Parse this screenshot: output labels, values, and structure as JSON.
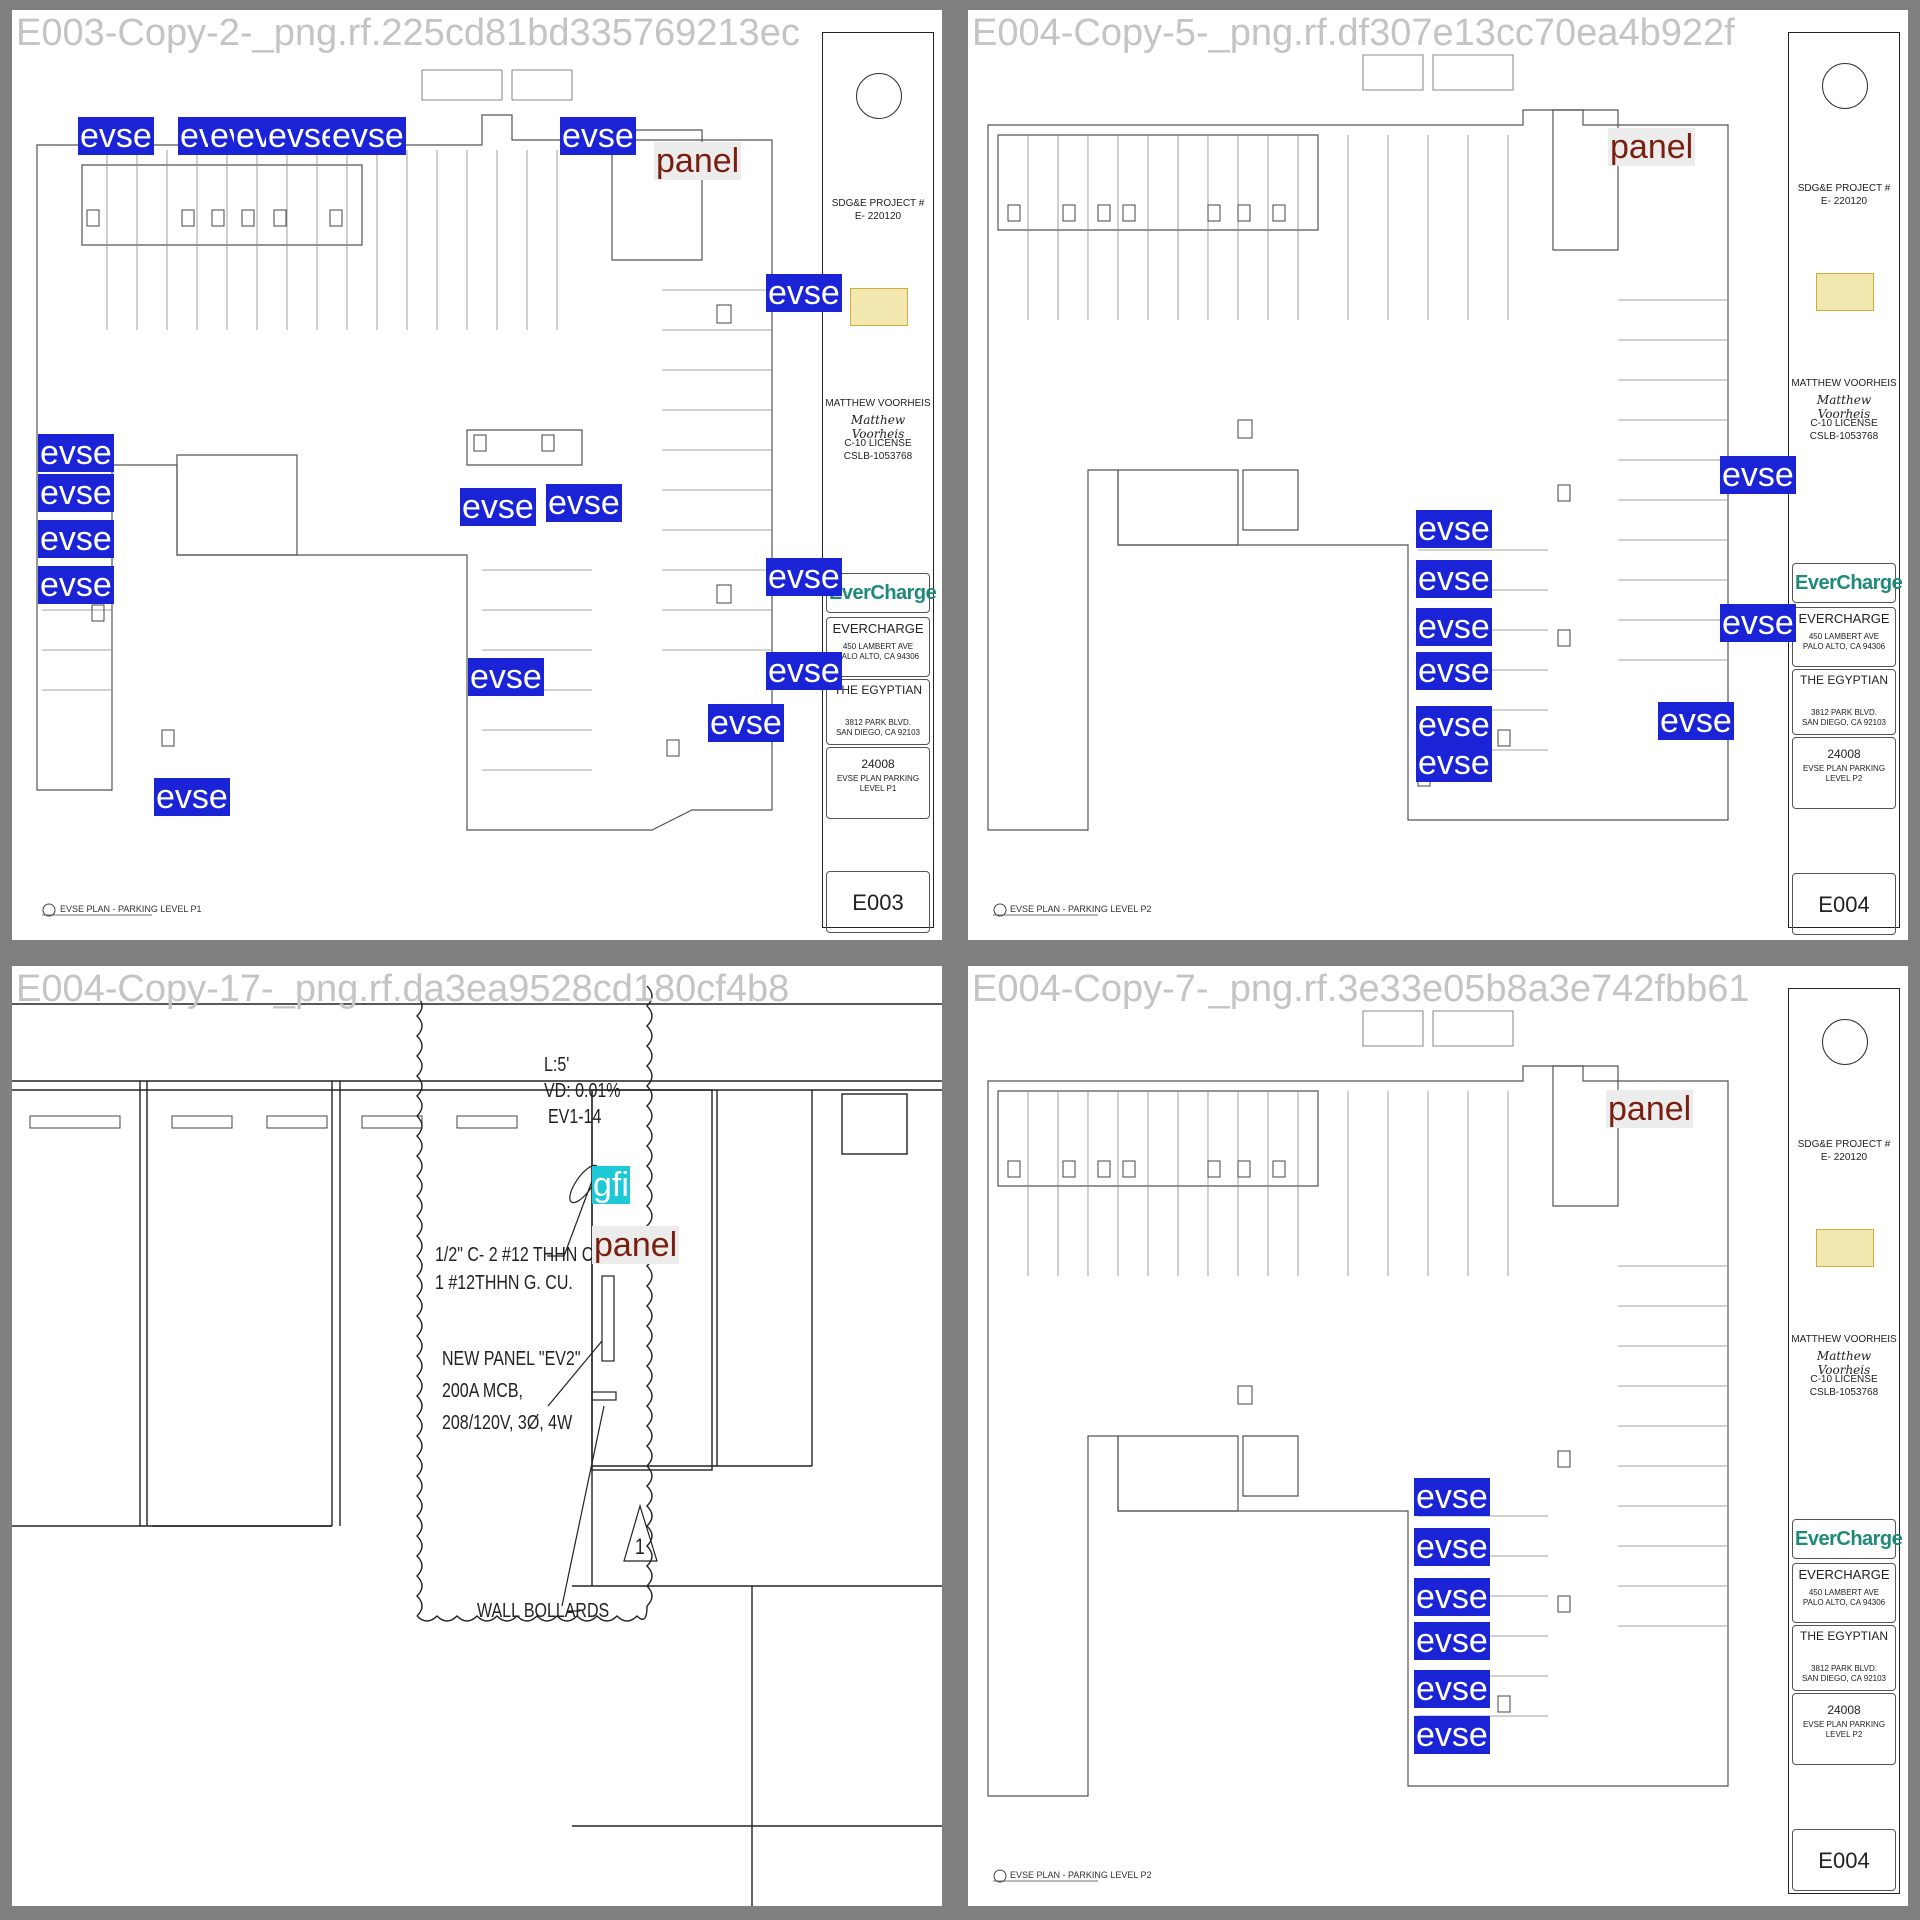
{
  "tiles": [
    {
      "title": "E003-Copy-2-_png.rf.225cd81bd335769213ec",
      "caption": "EVSE PLAN - PARKING LEVEL P1",
      "title_block": {
        "project_label": "SDG&E PROJECT #",
        "project_number": "E- 220120",
        "engineer": "MATTHEW VOORHEIS",
        "signature": "Matthew Voorheis",
        "license": "C-10 LICENSE",
        "license_number": "CSLB-1053768",
        "brand": "EverCharge",
        "company": "EVERCHARGE",
        "company_address": [
          "450 LAMBERT AVE",
          "PALO ALTO, CA 94306"
        ],
        "site": "THE EGYPTIAN",
        "site_address": [
          "3812 PARK BLVD.",
          "SAN DIEGO, CA 92103"
        ],
        "job_number": "24008",
        "sheet_title": [
          "EVSE PLAN PARKING",
          "LEVEL P1"
        ],
        "sheet_number": "E003"
      },
      "detections": [
        "evse",
        "evse",
        "evse",
        "evse",
        "evse",
        "evse",
        "evse",
        "panel",
        "evse",
        "evse",
        "evse",
        "evse",
        "evse",
        "evse",
        "evse",
        "evse",
        "evse",
        "evse",
        "evse",
        "evse",
        "evse"
      ]
    },
    {
      "title": "E004-Copy-5-_png.rf.df307e13cc70ea4b922f",
      "caption": "EVSE PLAN - PARKING LEVEL P2",
      "title_block": {
        "project_label": "SDG&E PROJECT #",
        "project_number": "E- 220120",
        "engineer": "MATTHEW VOORHEIS",
        "signature": "Matthew Voorheis",
        "license": "C-10 LICENSE",
        "license_number": "CSLB-1053768",
        "brand": "EverCharge",
        "company": "EVERCHARGE",
        "company_address": [
          "450 LAMBERT AVE",
          "PALO ALTO, CA 94306"
        ],
        "site": "THE EGYPTIAN",
        "site_address": [
          "3812 PARK BLVD.",
          "SAN DIEGO, CA 92103"
        ],
        "job_number": "24008",
        "sheet_title": [
          "EVSE PLAN PARKING",
          "LEVEL P2"
        ],
        "sheet_number": "E004"
      },
      "detections": [
        "panel",
        "evse",
        "evse",
        "evse",
        "evse",
        "evse",
        "evse",
        "evse",
        "evse",
        "evse",
        "evse"
      ]
    },
    {
      "title": "E004-Copy-17-_png.rf.da3ea9528cd180cf4b8",
      "notes": {
        "length": "L:5'",
        "voltage_drop": "VD: 0.01%",
        "circuit": "EV1-14",
        "conductor": [
          "1/2\" C- 2 #12 THHN CU.",
          "1 #12THHN G. CU."
        ],
        "new_panel": [
          "NEW PANEL \"EV2\"",
          "200A MCB,",
          "208/120V, 3Ø, 4W"
        ],
        "wall_bollards": "WALL BOLLARDS",
        "revision": "1"
      },
      "detections": [
        "gfi",
        "panel"
      ]
    },
    {
      "title": "E004-Copy-7-_png.rf.3e33e05b8a3e742fbb61",
      "caption": "EVSE PLAN - PARKING LEVEL P2",
      "title_block": {
        "project_label": "SDG&E PROJECT #",
        "project_number": "E- 220120",
        "engineer": "MATTHEW VOORHEIS",
        "signature": "Matthew Voorheis",
        "license": "C-10 LICENSE",
        "license_number": "CSLB-1053768",
        "brand": "EverCharge",
        "company": "EVERCHARGE",
        "company_address": [
          "450 LAMBERT AVE",
          "PALO ALTO, CA 94306"
        ],
        "site": "THE EGYPTIAN",
        "site_address": [
          "3812 PARK BLVD.",
          "SAN DIEGO, CA 92103"
        ],
        "job_number": "24008",
        "sheet_title": [
          "EVSE PLAN PARKING",
          "LEVEL P2"
        ],
        "sheet_number": "E004"
      },
      "detections": [
        "panel",
        "evse",
        "evse",
        "evse",
        "evse",
        "evse",
        "evse"
      ]
    }
  ],
  "colors": {
    "background": "#808080",
    "evse_box": "#1a23d6",
    "panel_box": "#ececec",
    "panel_text": "#7a1f10",
    "gfi_box": "#1ec9d6",
    "brand": "#1d8a7a",
    "stamp": "#f3e7b0"
  }
}
